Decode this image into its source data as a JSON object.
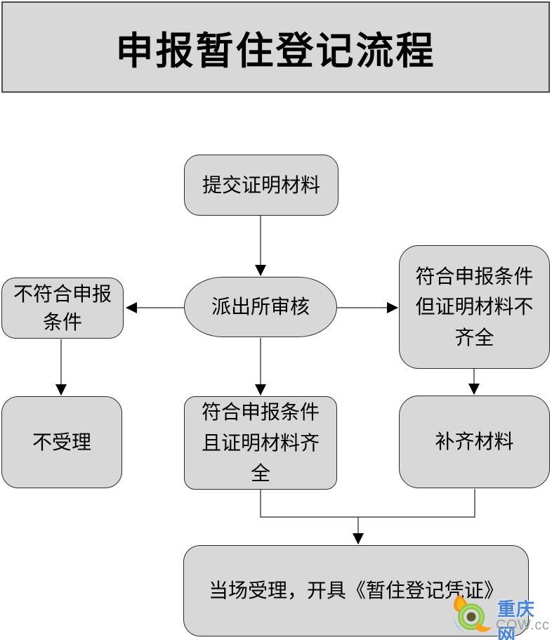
{
  "title": "申报暂住登记流程",
  "nodes": {
    "submit": "提交证明材料",
    "review": "派出所审核",
    "reject": "不符合申报\n条件",
    "incomplete": "符合申报条件\n但证明材料不\n齐全",
    "not_accept": "不受理",
    "complete": "符合申报条件\n且证明材料齐\n全",
    "supplement": "补齐材料",
    "accept": "当场受理，开具《暂住登记凭证》"
  },
  "watermark": {
    "site_name": "重庆网",
    "site_domain": "CQW.cc"
  },
  "colors": {
    "node_fill": "#d8d8d8",
    "node_border": "#2b2b2b",
    "connector_line": "#4a4a4a",
    "arrowhead": "#000000",
    "watermark_blue": "#4a82d4",
    "watermark_gray": "#99a1ab",
    "logo_orange": "#f7941d",
    "logo_green": "#8dc63f",
    "logo_teal": "#7fc3e8"
  }
}
